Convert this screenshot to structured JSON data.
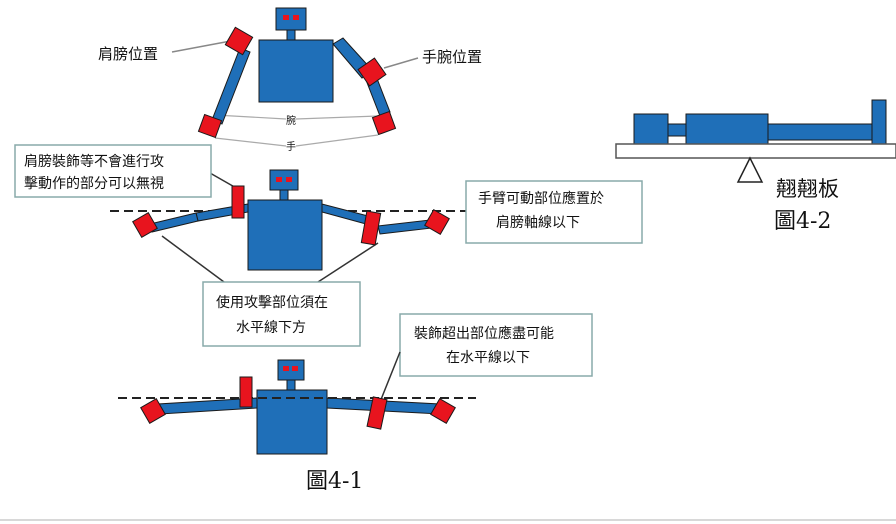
{
  "labels": {
    "shoulder_position": "肩膀位置",
    "wrist_position": "手腕位置",
    "wrist_char": "腕",
    "hand_char": "手"
  },
  "boxes": {
    "shoulder_decor_line1": "肩膀裝飾等不會進行攻",
    "shoulder_decor_line2": "擊動作的部分可以無視",
    "arm_movable_line1": "手臂可動部位應置於",
    "arm_movable_line2": "肩膀軸線以下",
    "attack_part_line1": "使用攻擊部位須在",
    "attack_part_line2": "水平線下方",
    "decor_exceed_line1": "裝飾超出部位應盡可能",
    "decor_exceed_line2": "在水平線以下"
  },
  "captions": {
    "fig_4_1": "圖4-1",
    "seesaw_name": "翹翹板",
    "fig_4_2": "圖4-2"
  },
  "colors": {
    "body_blue": "#1f6fb8",
    "joint_red": "#e8141e",
    "outline": "#1a1a1a"
  }
}
